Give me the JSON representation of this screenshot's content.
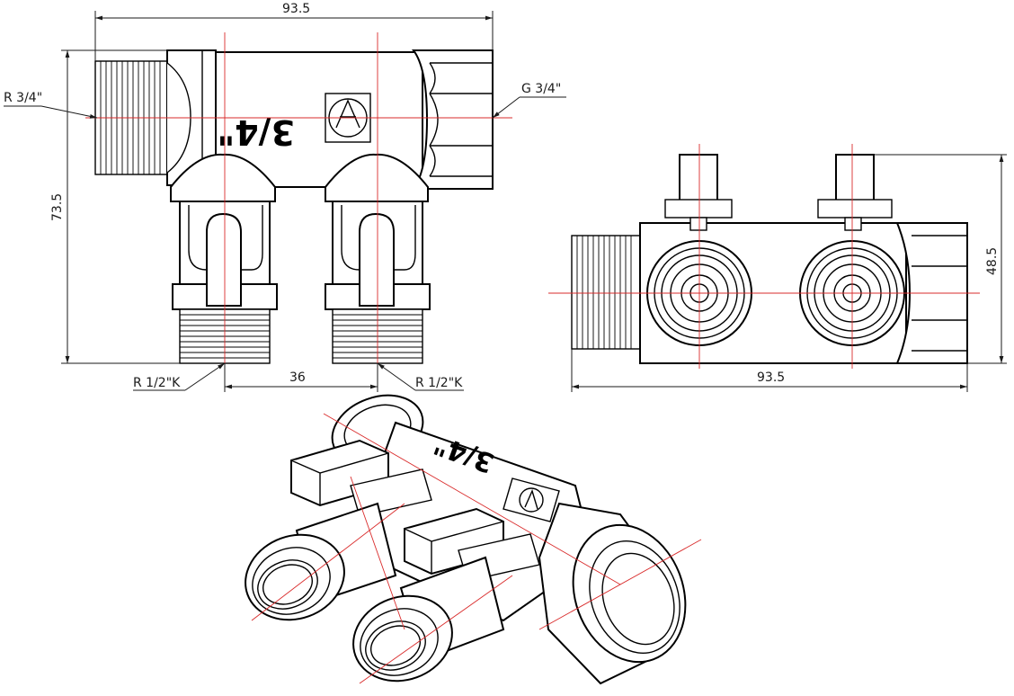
{
  "drawing": {
    "front_view": {
      "width_dim": "93.5",
      "height_dim": "73.5",
      "spacing_dim": "36",
      "inlet_label": "R 3/4\"",
      "outlet_label": "G 3/4\"",
      "branch_label_left": "R 1/2\"K",
      "branch_label_right": "R 1/2\"K",
      "body_mark": "3/4\""
    },
    "side_view": {
      "width_dim": "93.5",
      "height_dim": "48.5"
    },
    "iso_view": {
      "body_mark": "3/4\""
    },
    "colors": {
      "line": "#000000",
      "axis": "#d92b2b"
    }
  }
}
